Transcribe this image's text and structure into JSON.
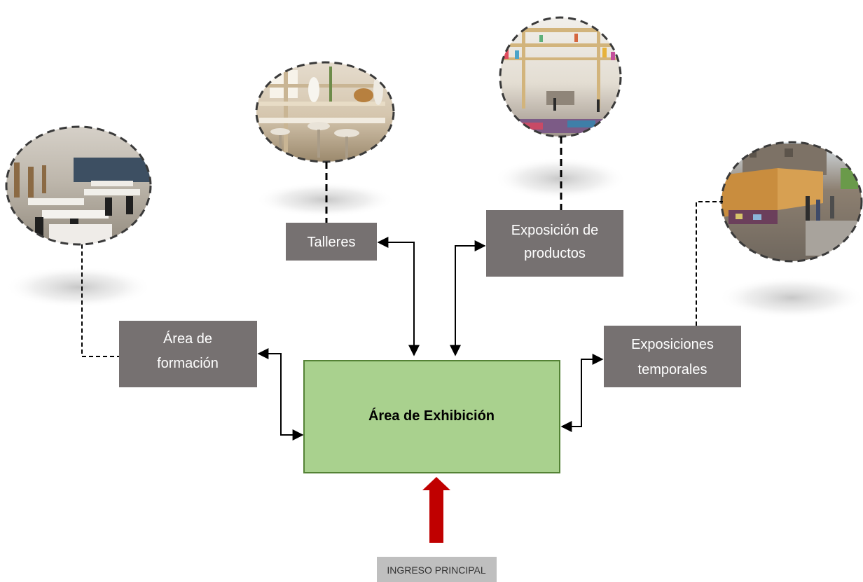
{
  "diagram": {
    "central": {
      "label": "Área de Exhibición"
    },
    "nodes": {
      "formacion": {
        "line1": "Área de",
        "line2": "formación"
      },
      "talleres": {
        "line1": "Talleres"
      },
      "exposicion": {
        "line1": "Exposición de",
        "line2": "productos"
      },
      "temporales": {
        "line1": "Exposiciones",
        "line2": "temporales"
      }
    },
    "entrance": {
      "label": "INGRESO PRINCIPAL"
    }
  },
  "colors": {
    "central_fill": "#a9d18e",
    "central_border": "#548235",
    "node_fill": "#767171",
    "entrance_arrow": "#c00000",
    "entrance_fill": "#bfbfbf",
    "connector": "#000000"
  }
}
